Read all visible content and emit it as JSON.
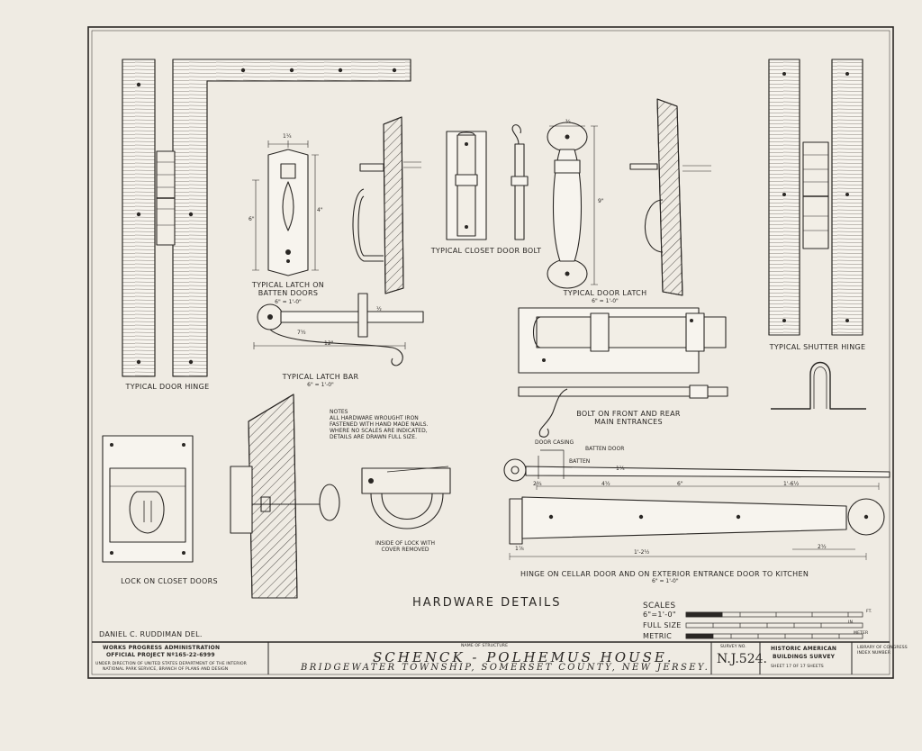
{
  "labels": {
    "door_hinge": "TYPICAL DOOR HINGE",
    "batten_latch": "TYPICAL LATCH ON\nBATTEN DOORS",
    "batten_latch_scale": "6\" = 1'-0\"",
    "closet_bolt": "TYPICAL CLOSET DOOR BOLT",
    "door_latch": "TYPICAL DOOR LATCH",
    "door_latch_scale": "6\" = 1'-0\"",
    "shutter_hinge": "TYPICAL SHUTTER HINGE",
    "latch_bar": "TYPICAL LATCH BAR",
    "latch_bar_scale": "6\" = 1'-0\"",
    "bolt_front": "BOLT ON FRONT AND REAR\nMAIN ENTRANCES",
    "notes": "NOTES\nALL HARDWARE WROUGHT IRON\nFASTENED WITH HAND MADE NAILS.\nWHERE NO SCALES ARE INDICATED,\nDETAILS ARE DRAWN FULL SIZE.",
    "lock_inside": "INSIDE OF LOCK WITH\nCOVER REMOVED",
    "lock_closet": "LOCK ON CLOSET DOORS",
    "door_casing": "DOOR CASING",
    "batten_door": "BATTEN DOOR",
    "batten": "BATTEN",
    "cellar_hinge": "HINGE ON CELLAR DOOR AND ON EXTERIOR ENTRANCE DOOR TO KITCHEN",
    "cellar_hinge_scale": "6\" = 1'-0\"",
    "sheet_title": "HARDWARE   DETAILS",
    "drafter": "DANIEL C. RUDDIMAN DEL."
  },
  "dimensions": {
    "d_half": "½",
    "d_three_quarter": "¾",
    "d_one_quarter": "1¼",
    "d_seven_half": "7½",
    "d_four": "4\"",
    "d_six": "6\"",
    "d_nine": "9\"",
    "d_twelve": "12\"",
    "d_one_two_half": "1'-2½",
    "d_one_six_half": "1'-6½",
    "d_two_half": "2½",
    "d_four_half": "4½",
    "d_two_three_quarter": "2¾",
    "d_one_seven_eighth": "1⅞"
  },
  "scales": {
    "title": "SCALES",
    "rows": [
      "6\"=1'-0\"",
      "FULL SIZE",
      "METRIC"
    ],
    "unit_ft": "FT.",
    "unit_in": "IN.",
    "unit_m": "METER"
  },
  "title_block": {
    "agency_line1": "WORKS PROGRESS ADMINISTRATION",
    "agency_line2": "OFFICIAL PROJECT Nº165-22-6999",
    "agency_line3": "UNDER DIRECTION OF UNITED STATES DEPARTMENT OF THE INTERIOR",
    "agency_line4": "NATIONAL PARK SERVICE, BRANCH OF PLANS AND DESIGN",
    "structure_label": "NAME OF STRUCTURE",
    "structure_name": "SCHENCK - POLHEMUS  HOUSE.",
    "structure_location": "BRIDGEWATER  TOWNSHIP,  SOMERSET  COUNTY,  NEW  JERSEY.",
    "survey_label": "SURVEY NO.",
    "survey_no": "N.J.524.",
    "habs_line1": "HISTORIC AMERICAN",
    "habs_line2": "BUILDINGS SURVEY",
    "sheet_info": "SHEET 17 OF 17  SHEETS",
    "library_label": "LIBRARY OF CONGRESS\nINDEX NUMBER"
  },
  "colors": {
    "paper": "#efebe3",
    "ink": "#2a2724"
  }
}
